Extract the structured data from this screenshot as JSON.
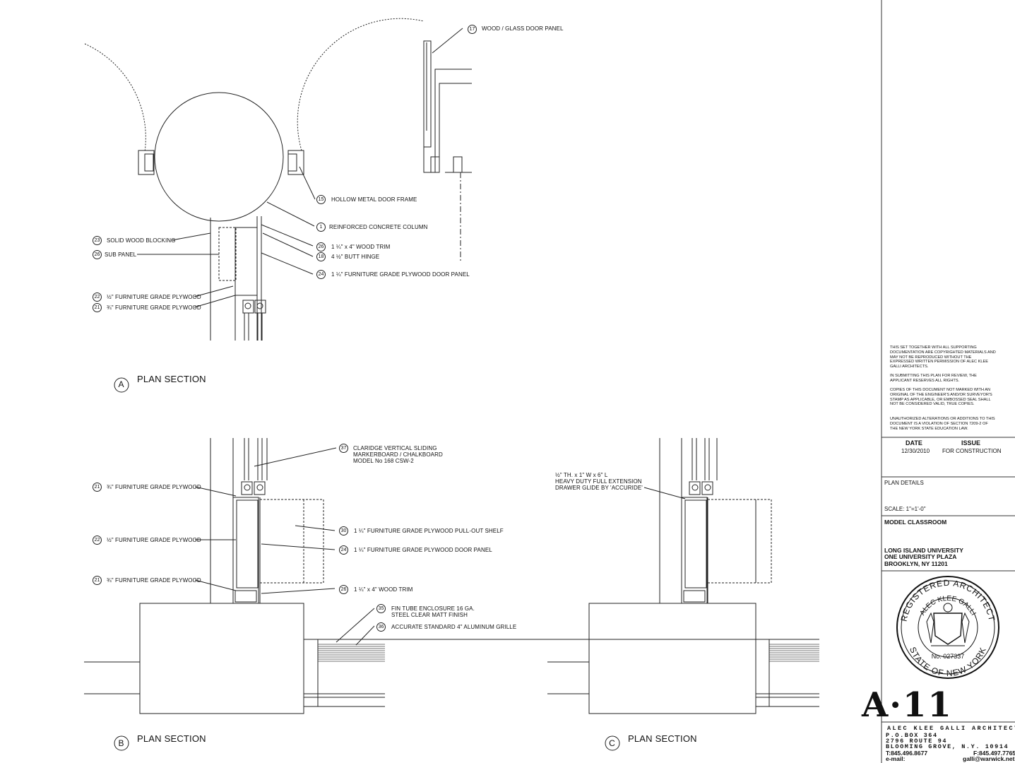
{
  "callouts_a": [
    {
      "num": "17",
      "text": "WOOD / GLASS DOOR PANEL"
    },
    {
      "num": "15",
      "text": "HOLLOW METAL DOOR FRAME"
    },
    {
      "num": "1",
      "text": "REINFORCED CONCRETE COLUMN"
    },
    {
      "num": "23",
      "text": "SOLID WOOD BLOCKING"
    },
    {
      "num": "26",
      "text": "SUB PANEL"
    },
    {
      "num": "26",
      "text": "1 ¼\" x 4\" WOOD TRIM"
    },
    {
      "num": "18",
      "text": "4 ½\" BUTT HINGE"
    },
    {
      "num": "24",
      "text": "1 ¼\" FURNITURE GRADE PLYWOOD DOOR PANEL"
    },
    {
      "num": "22",
      "text": "½\" FURNITURE GRADE PLYWOOD"
    },
    {
      "num": "21",
      "text": "¾\" FURNITURE GRADE PLYWOOD"
    }
  ],
  "callouts_b": [
    {
      "num": "37",
      "text": "CLARIDGE VERTICAL SLIDING",
      "line2": "MARKERBOARD / CHALKBOARD",
      "line3": "MODEL No 168 CSW-2"
    },
    {
      "num": "21",
      "text": "¾\" FURNITURE GRADE PLYWOOD"
    },
    {
      "num": "30",
      "text": "1 ¼\" FURNITURE GRADE PLYWOOD PULL-OUT SHELF"
    },
    {
      "num": "22",
      "text": "½\" FURNITURE GRADE PLYWOOD"
    },
    {
      "num": "24",
      "text": "1 ¼\" FURNITURE GRADE PLYWOOD DOOR PANEL"
    },
    {
      "num": "21",
      "text": "¾\" FURNITURE GRADE PLYWOOD"
    },
    {
      "num": "26",
      "text": "1 ¼\" x 4\" WOOD TRIM"
    },
    {
      "num": "35",
      "text": "FIN TUBE ENCLOSURE 16 GA.",
      "line2": "STEEL CLEAR MATT FINISH"
    },
    {
      "num": "36",
      "text": "ACCURATE STANDARD 4\" ALUMINUM GRILLE"
    }
  ],
  "callouts_c": [
    {
      "text": "½\" TH. x 1\" W x 6\" L",
      "line2": "HEAVY DUTY FULL EXTENSION",
      "line3": "DRAWER GLIDE BY 'ACCURIDE'"
    }
  ],
  "details": [
    {
      "letter": "A",
      "title": "PLAN SECTION"
    },
    {
      "letter": "B",
      "title": "PLAN SECTION"
    },
    {
      "letter": "C",
      "title": "PLAN SECTION"
    }
  ],
  "title_block": {
    "notes": [
      "THIS SET TOGETHER WITH ALL SUPPORTING DOCUMENTATION ARE COPYRIGHTED MATERIALS AND MAY NOT BE REPRODUCED WITHOUT THE EXPRESSED WRITTEN PERMISSION OF ALEC KLEE GALLI ARCHITECTS.",
      "IN SUBMITTING THIS PLAN FOR REVIEW, THE APPLICANT RESERVES ALL RIGHTS.",
      "COPIES OF THIS DOCUMENT NOT MARKED WITH AN ORIGINAL OF THE ENGINEER'S AND/OR SURVEYOR'S STAMP AS APPLICABLE, OR EMBOSSED SEAL SHALL NOT BE CONSIDERED VALID, TRUE COPIES.",
      "UNAUTHORIZED ALTERATIONS OR ADDITIONS TO THIS DOCUMENT IS A VIOLATION OF SECTION 7209-2 OF THE NEW YORK STATE EDUCATION LAW."
    ],
    "date_label": "DATE",
    "issue_label": "ISSUE",
    "date": "12/30/2010",
    "issue": "FOR CONSTRUCTION",
    "sheet_title": "PLAN DETAILS",
    "scale": "SCALE: 1\"=1'-0\"",
    "project": "MODEL CLASSROOM",
    "client_line1": "LONG ISLAND UNIVERSITY",
    "client_line2": "ONE UNIVERSITY PLAZA",
    "client_line3": "BROOKLYN, NY  11201",
    "seal_top": "REGISTERED ARCHITECT",
    "seal_name": "ALEC KLEE GALLI",
    "seal_no": "No. 027337",
    "seal_bottom": "STATE OF NEW YORK",
    "sheet_number": "A·11",
    "firm": "ALEC KLEE GALLI ARCHITECTS",
    "po_box": "P.O.BOX 364",
    "street": "2796 ROUTE 94",
    "city": "BLOOMING GROVE, N.Y.  10914",
    "tel": "T:845.496.8677",
    "fax": "F:845.497.7765",
    "email_label": "e-mail:",
    "email": "galli@warwick.net"
  }
}
